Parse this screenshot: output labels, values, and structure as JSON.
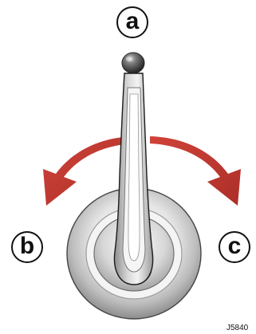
{
  "labels": {
    "a": "a",
    "b": "b",
    "c": "c"
  },
  "figure_id": "J5840",
  "colors": {
    "arrow": "#C13A31",
    "handle": "#BEBEBE",
    "knob": "#5F5F5F",
    "outline": "#1A1A1A"
  },
  "icons": {
    "left_arrow": "curved-arrow-left-icon",
    "right_arrow": "curved-arrow-right-icon",
    "lever": "lever-icon",
    "base": "rotary-base-icon"
  }
}
